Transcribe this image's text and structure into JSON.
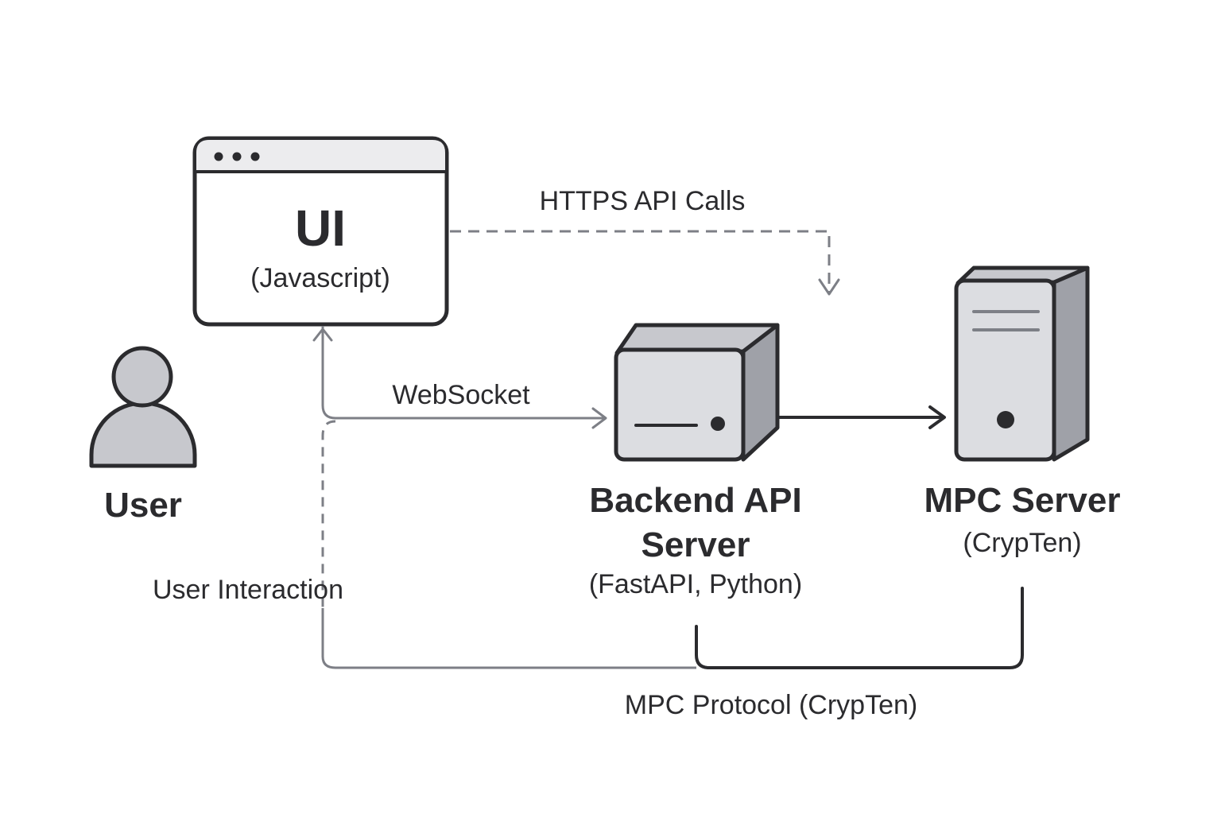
{
  "nodes": {
    "ui": {
      "title": "UI",
      "subtitle": "(Javascript)"
    },
    "user": {
      "title": "User"
    },
    "backend": {
      "title_line1": "Backend API",
      "title_line2": "Server",
      "subtitle": "(FastAPI, Python)"
    },
    "mpc_server": {
      "title": "MPC Server",
      "subtitle": "(CrypTen)"
    }
  },
  "edges": {
    "https": "HTTPS API Calls",
    "websocket": "WebSocket",
    "user_interaction": "User Interaction",
    "mpc_protocol": "MPC Protocol (CrypTen)"
  },
  "colors": {
    "stroke": "#2b2b2e",
    "connector": "#7d7f86",
    "fill_light": "#dcdde1",
    "fill_mid": "#c7c8cd",
    "fill_dark": "#9fa1a8",
    "window_bar": "#ececee"
  }
}
